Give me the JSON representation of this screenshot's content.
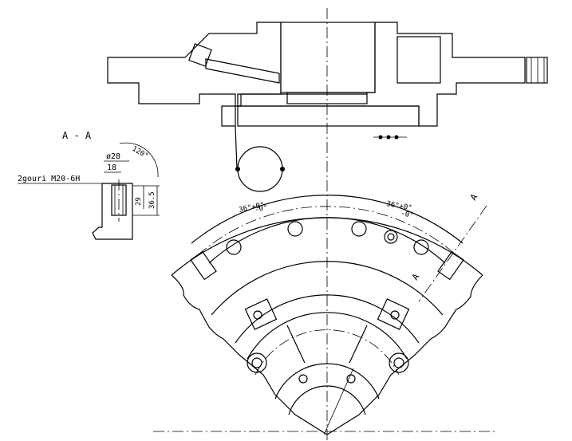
{
  "drawing": {
    "section_label": "A - A",
    "section_angle": "120°",
    "hole_diameter": "ø28",
    "hole_depth_inner": "18",
    "thread_note": "2gouri M20-6H",
    "dim_29": "29",
    "dim_36_5": "36.5",
    "tolerance_left": "36°+0°",
    "tolerance_left_lower": "-0°",
    "tolerance_right": "36°+0°",
    "tolerance_right_lower": "-0°",
    "cut_mark_top": "A",
    "cut_mark_bottom": "A"
  }
}
